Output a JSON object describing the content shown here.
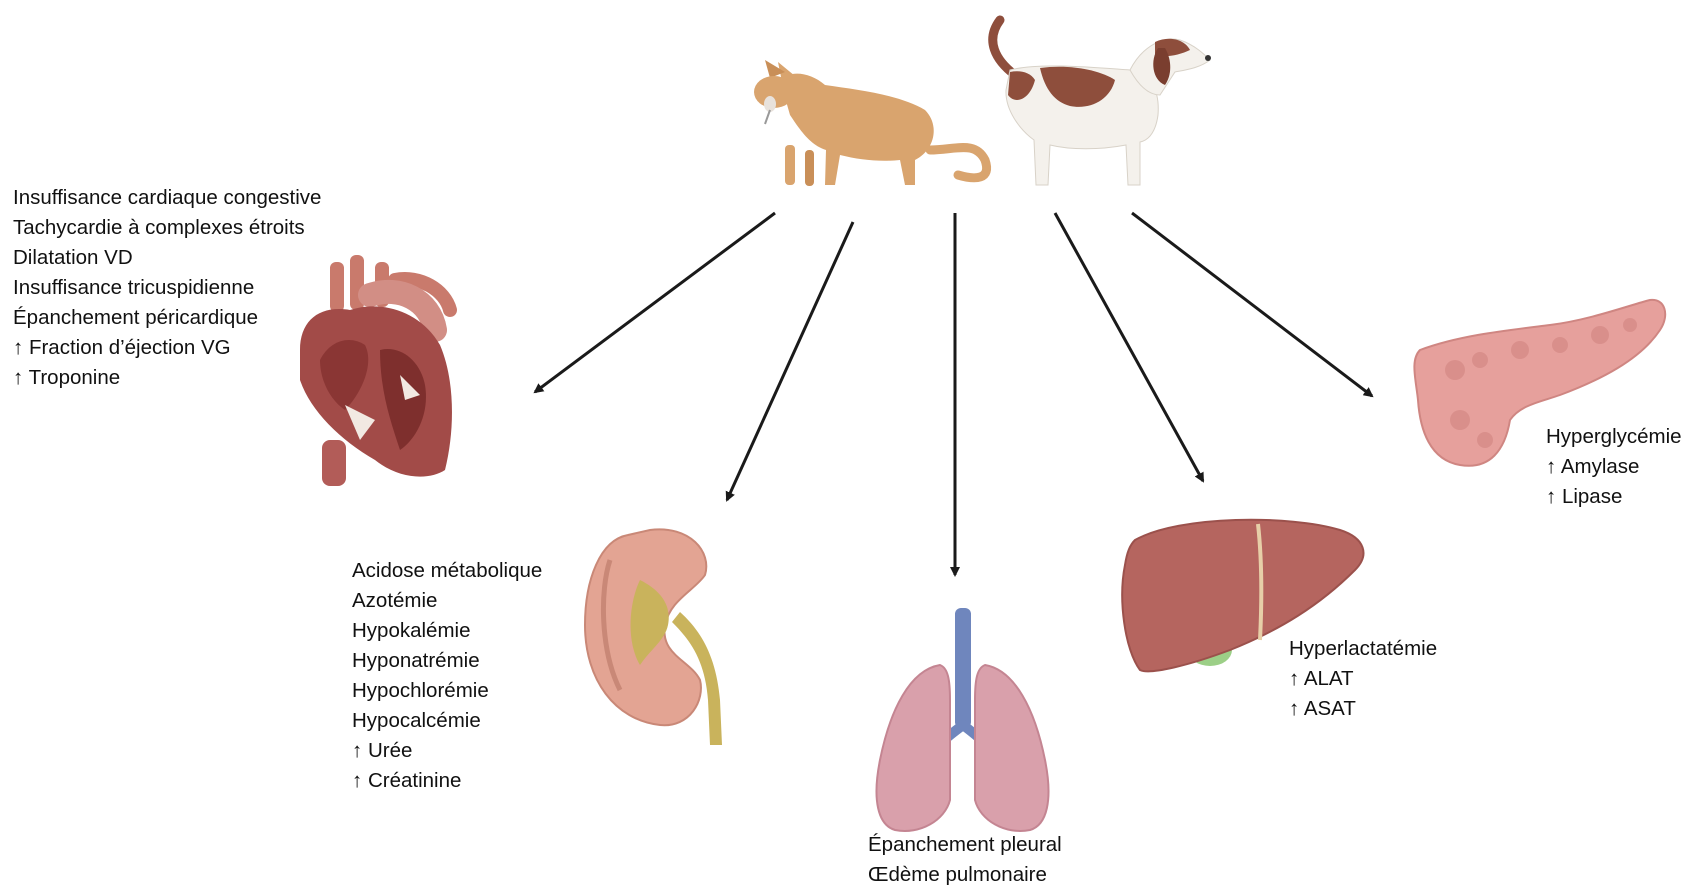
{
  "colors": {
    "arrow": "#1a1a1a",
    "cat": "#d9a46e",
    "dog_white": "#f4f1ec",
    "dog_brown": "#8e4e3c",
    "heart": "#a24b48",
    "kidney": "#e3a493",
    "kidney_pelvis": "#c9b35c",
    "lungs": "#d9a0ab",
    "trachea": "#6f86bd",
    "liver": "#b5655f",
    "gallbladder": "#9ccf87",
    "pancreas": "#e6a09c"
  },
  "animals": [
    {
      "name": "cat",
      "icon": "cat-illustration"
    },
    {
      "name": "dog",
      "icon": "dog-illustration"
    }
  ],
  "organs": {
    "heart": {
      "icon": "heart-illustration",
      "findings": [
        "Insuffisance cardiaque congestive",
        "Tachycardie à complexes étroits",
        "Dilatation VD",
        "Insuffisance tricuspidienne",
        "Épanchement péricardique",
        "↑ Fraction d’éjection VG",
        "↑ Troponine"
      ]
    },
    "kidney": {
      "icon": "kidney-illustration",
      "findings": [
        "Acidose métabolique",
        "Azotémie",
        "Hypokalémie",
        "Hyponatrémie",
        "Hypochlorémie",
        "Hypocalcémie",
        "↑ Urée",
        "↑ Créatinine"
      ]
    },
    "lungs": {
      "icon": "lungs-illustration",
      "findings": [
        "Épanchement pleural",
        "Œdème pulmonaire"
      ]
    },
    "liver": {
      "icon": "liver-illustration",
      "findings": [
        "Hyperlactatémie",
        "↑ ALAT",
        "↑ ASAT"
      ]
    },
    "pancreas": {
      "icon": "pancreas-illustration",
      "findings": [
        "Hyperglycémie",
        "↑ Amylase",
        "↑ Lipase"
      ]
    }
  }
}
